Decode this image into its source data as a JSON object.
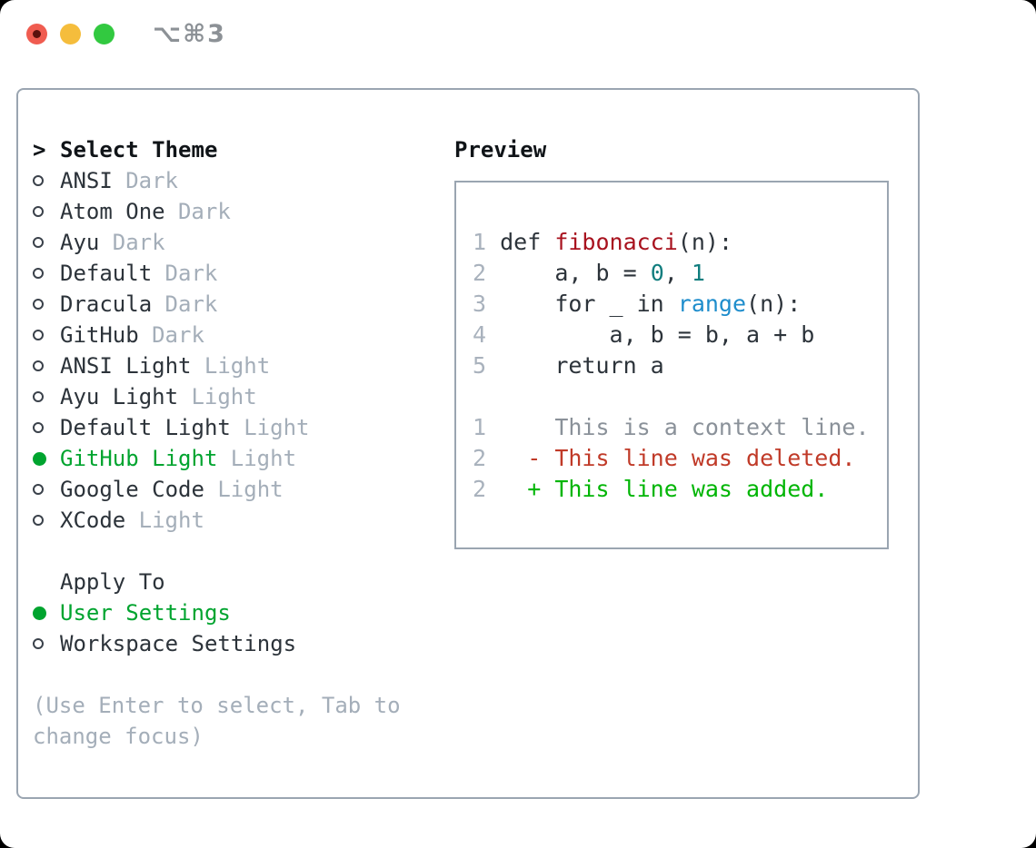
{
  "window": {
    "shortcut": "⌥⌘3",
    "traffic_lights": [
      "close",
      "minimize",
      "zoom"
    ]
  },
  "colors": {
    "text_dark": "#2c333a",
    "text_black": "#101418",
    "muted": "#a4aeb9",
    "line_number": "#a9b2bd",
    "context": "#8a9199",
    "green": "#00a42f",
    "added": "#00b505",
    "deleted": "#c03a28",
    "func_red": "#a8121e",
    "number_teal": "#107d7e",
    "builtin_blue": "#1e8dcc",
    "border": "#9aa5b1",
    "light_red": "#f05c50",
    "light_yellow": "#f5bd3c",
    "light_green": "#32c940"
  },
  "theme_panel": {
    "cursor": ">",
    "title": "Select Theme",
    "themes": [
      {
        "name": "ANSI",
        "tag": "Dark",
        "selected": false
      },
      {
        "name": "Atom One",
        "tag": "Dark",
        "selected": false
      },
      {
        "name": "Ayu",
        "tag": "Dark",
        "selected": false
      },
      {
        "name": "Default",
        "tag": "Dark",
        "selected": false
      },
      {
        "name": "Dracula",
        "tag": "Dark",
        "selected": false
      },
      {
        "name": "GitHub",
        "tag": "Dark",
        "selected": false
      },
      {
        "name": "ANSI Light",
        "tag": "Light",
        "selected": false
      },
      {
        "name": "Ayu Light",
        "tag": "Light",
        "selected": false
      },
      {
        "name": "Default Light",
        "tag": "Light",
        "selected": false
      },
      {
        "name": "GitHub Light",
        "tag": "Light",
        "selected": true
      },
      {
        "name": "Google Code",
        "tag": "Light",
        "selected": false
      },
      {
        "name": "XCode",
        "tag": "Light",
        "selected": false
      }
    ],
    "apply_to": {
      "title": "Apply To",
      "options": [
        {
          "name": "User Settings",
          "selected": true
        },
        {
          "name": "Workspace Settings",
          "selected": false
        }
      ]
    },
    "hint_lines": [
      "(Use Enter to select, Tab to",
      "change focus)"
    ]
  },
  "preview": {
    "title": "Preview",
    "code_lines": [
      [
        {
          "t": "1",
          "c": "ln"
        },
        {
          "t": " def ",
          "c": "txt"
        },
        {
          "t": "fibonacci",
          "c": "fn"
        },
        {
          "t": "(n):",
          "c": "txt"
        }
      ],
      [
        {
          "t": "2",
          "c": "ln"
        },
        {
          "t": "     a, b = ",
          "c": "txt"
        },
        {
          "t": "0",
          "c": "num"
        },
        {
          "t": ", ",
          "c": "txt"
        },
        {
          "t": "1",
          "c": "num"
        }
      ],
      [
        {
          "t": "3",
          "c": "ln"
        },
        {
          "t": "     for _ in ",
          "c": "txt"
        },
        {
          "t": "range",
          "c": "bi"
        },
        {
          "t": "(n):",
          "c": "txt"
        }
      ],
      [
        {
          "t": "4",
          "c": "ln"
        },
        {
          "t": "         a, b = b, a + b",
          "c": "txt"
        }
      ],
      [
        {
          "t": "5",
          "c": "ln"
        },
        {
          "t": "     return a",
          "c": "txt"
        }
      ],
      [],
      [
        {
          "t": "1",
          "c": "ln"
        },
        {
          "t": "     This is a context line.",
          "c": "ctx"
        }
      ],
      [
        {
          "t": "2",
          "c": "ln"
        },
        {
          "t": "   - This line was deleted.",
          "c": "del"
        }
      ],
      [
        {
          "t": "2",
          "c": "ln"
        },
        {
          "t": "   + This line was added.",
          "c": "add"
        }
      ]
    ]
  }
}
